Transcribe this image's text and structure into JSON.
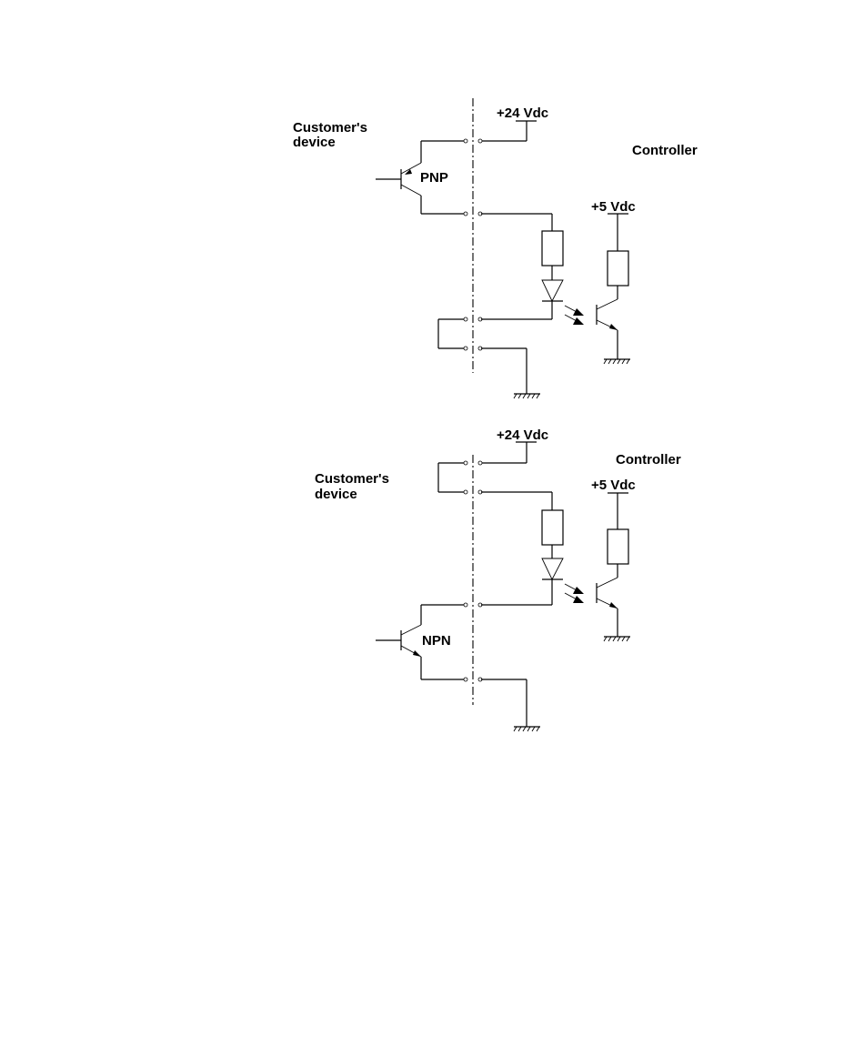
{
  "pnp_circuit": {
    "supply_24v": "+24 Vdc",
    "customer_line1": "Customer's",
    "customer_line2": "device",
    "controller": "Controller",
    "transistor": "PNP",
    "supply_5v": "+5 Vdc"
  },
  "npn_circuit": {
    "supply_24v": "+24 Vdc",
    "customer_line1": "Customer's",
    "customer_line2": "device",
    "controller": "Controller",
    "transistor": "NPN",
    "supply_5v": "+5 Vdc"
  }
}
